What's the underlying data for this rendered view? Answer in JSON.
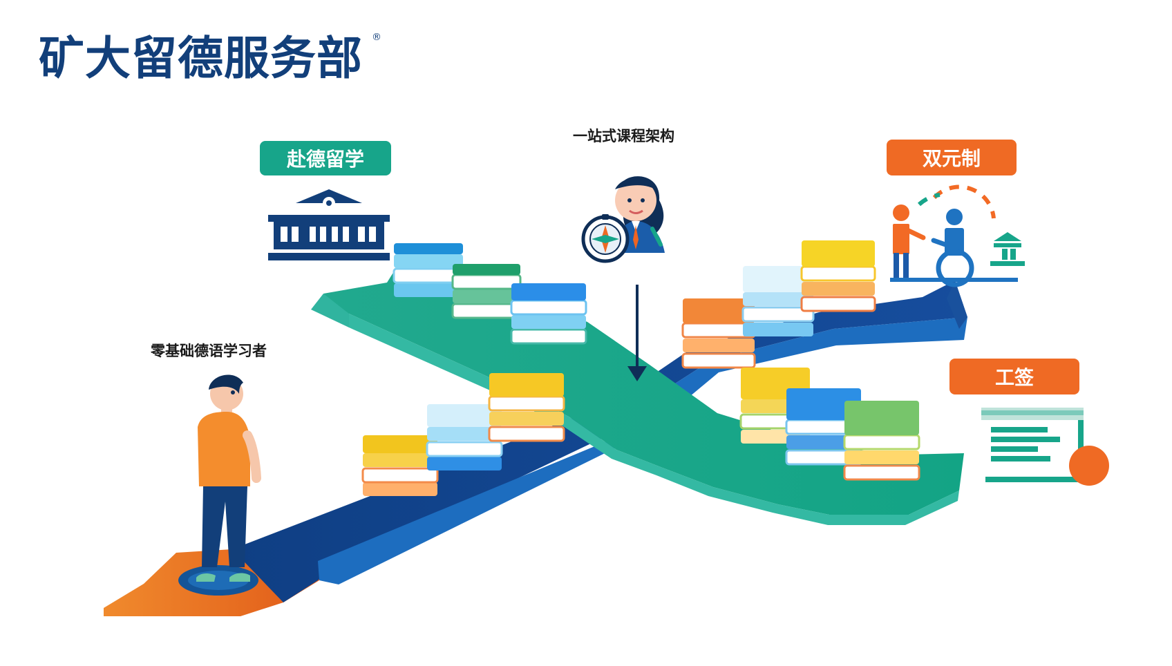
{
  "brand": {
    "name": "矿大留德服务部",
    "mark": "®"
  },
  "labels": {
    "start": "零基础德语学习者",
    "curriculum": "一站式课程架构"
  },
  "paths": {
    "study": "赴德留学",
    "dual": "双元制",
    "work": "工签"
  },
  "colors": {
    "navy": "#123f7a",
    "green": "#17a58a",
    "orange": "#ef6a24",
    "blue": "#1f5fae",
    "yellow": "#f7c82b"
  },
  "icons": {
    "university": "university-building-icon",
    "dual": "dual-system-training-icon",
    "work": "work-visa-document-icon",
    "compass": "compass-icon"
  }
}
